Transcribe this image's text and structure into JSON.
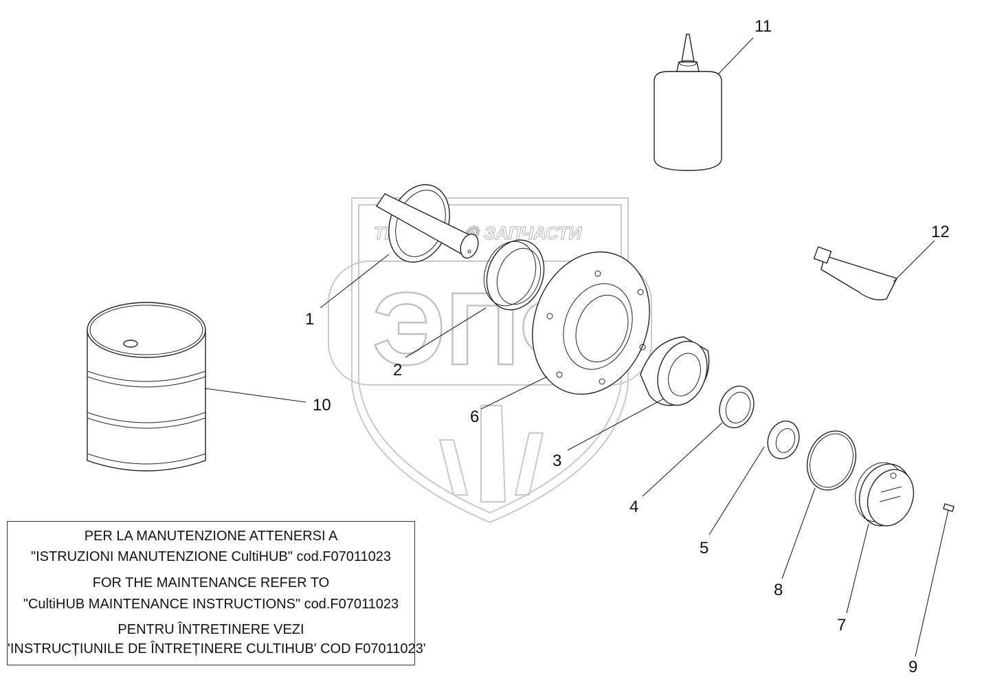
{
  "watermark": {
    "brand_text": "ТЕХНИКА ⚙ ЗАПЧАСТИ",
    "logo_text": "ЭПФ"
  },
  "callouts": [
    {
      "id": "1",
      "label": "1"
    },
    {
      "id": "2",
      "label": "2"
    },
    {
      "id": "3",
      "label": "3"
    },
    {
      "id": "4",
      "label": "4"
    },
    {
      "id": "5",
      "label": "5"
    },
    {
      "id": "6",
      "label": "6"
    },
    {
      "id": "7",
      "label": "7"
    },
    {
      "id": "8",
      "label": "8"
    },
    {
      "id": "9",
      "label": "9"
    },
    {
      "id": "10",
      "label": "10"
    },
    {
      "id": "11",
      "label": "11"
    },
    {
      "id": "12",
      "label": "12"
    }
  ],
  "note": {
    "lines": [
      "PER LA MANUTENZIONE ATTENERSI A",
      "\"ISTRUZIONI MANUTENZIONE CultiHUB\" cod.F07011023",
      "FOR THE MAINTENANCE REFER TO",
      "\"CultiHUB MAINTENANCE INSTRUCTIONS\" cod.F07011023",
      "PENTRU ÎNTRETINERE VEZI",
      "'INSTRUCȚIUNILE DE ÎNTREȚINERE CULTIHUB' COD F07011023'"
    ]
  }
}
